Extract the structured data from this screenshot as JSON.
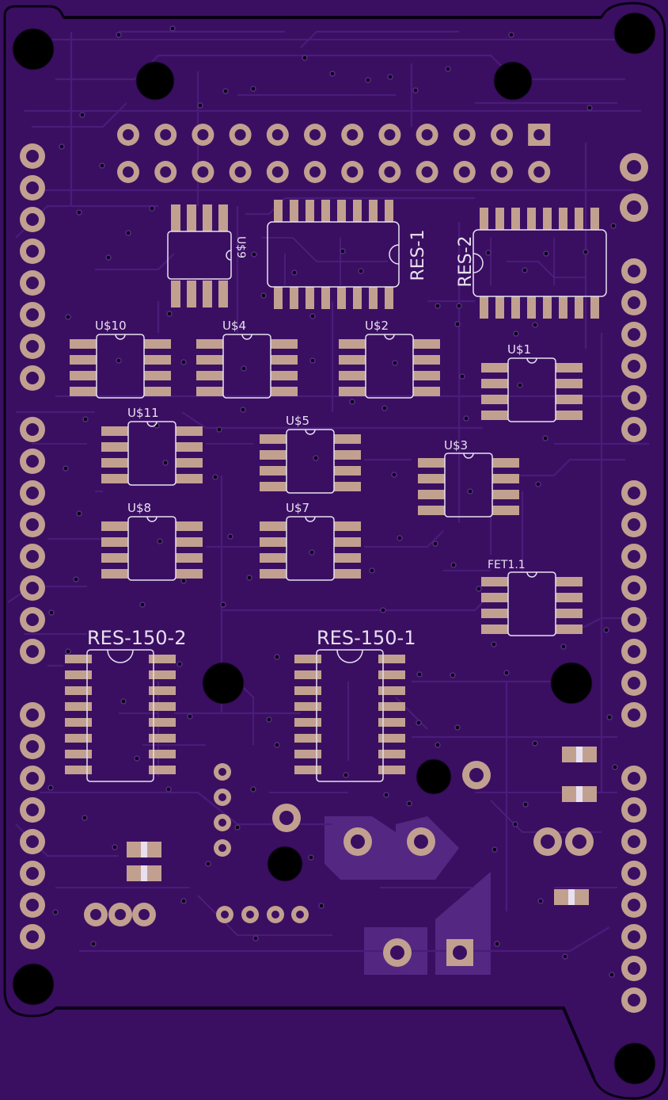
{
  "colors": {
    "substrate": "#3a0f62",
    "trace": "#4a1c7a",
    "trace_light": "#5a2a8c",
    "pad": "#c2a090",
    "hole": "#000000",
    "silk": "#e8e0f0",
    "pour": "#5a2d8a"
  },
  "labels": {
    "u9": "U$9",
    "res1": "RES-1",
    "res2": "RES-2",
    "u10": "U$10",
    "u4": "U$4",
    "u2": "U$2",
    "u1": "U$1",
    "u11": "U$11",
    "u5": "U$5",
    "u3": "U$3",
    "u8": "U$8",
    "u7": "U$7",
    "fet": "FET1.1",
    "res150_2": "RES-150-2",
    "res150_1": "RES-150-1"
  }
}
